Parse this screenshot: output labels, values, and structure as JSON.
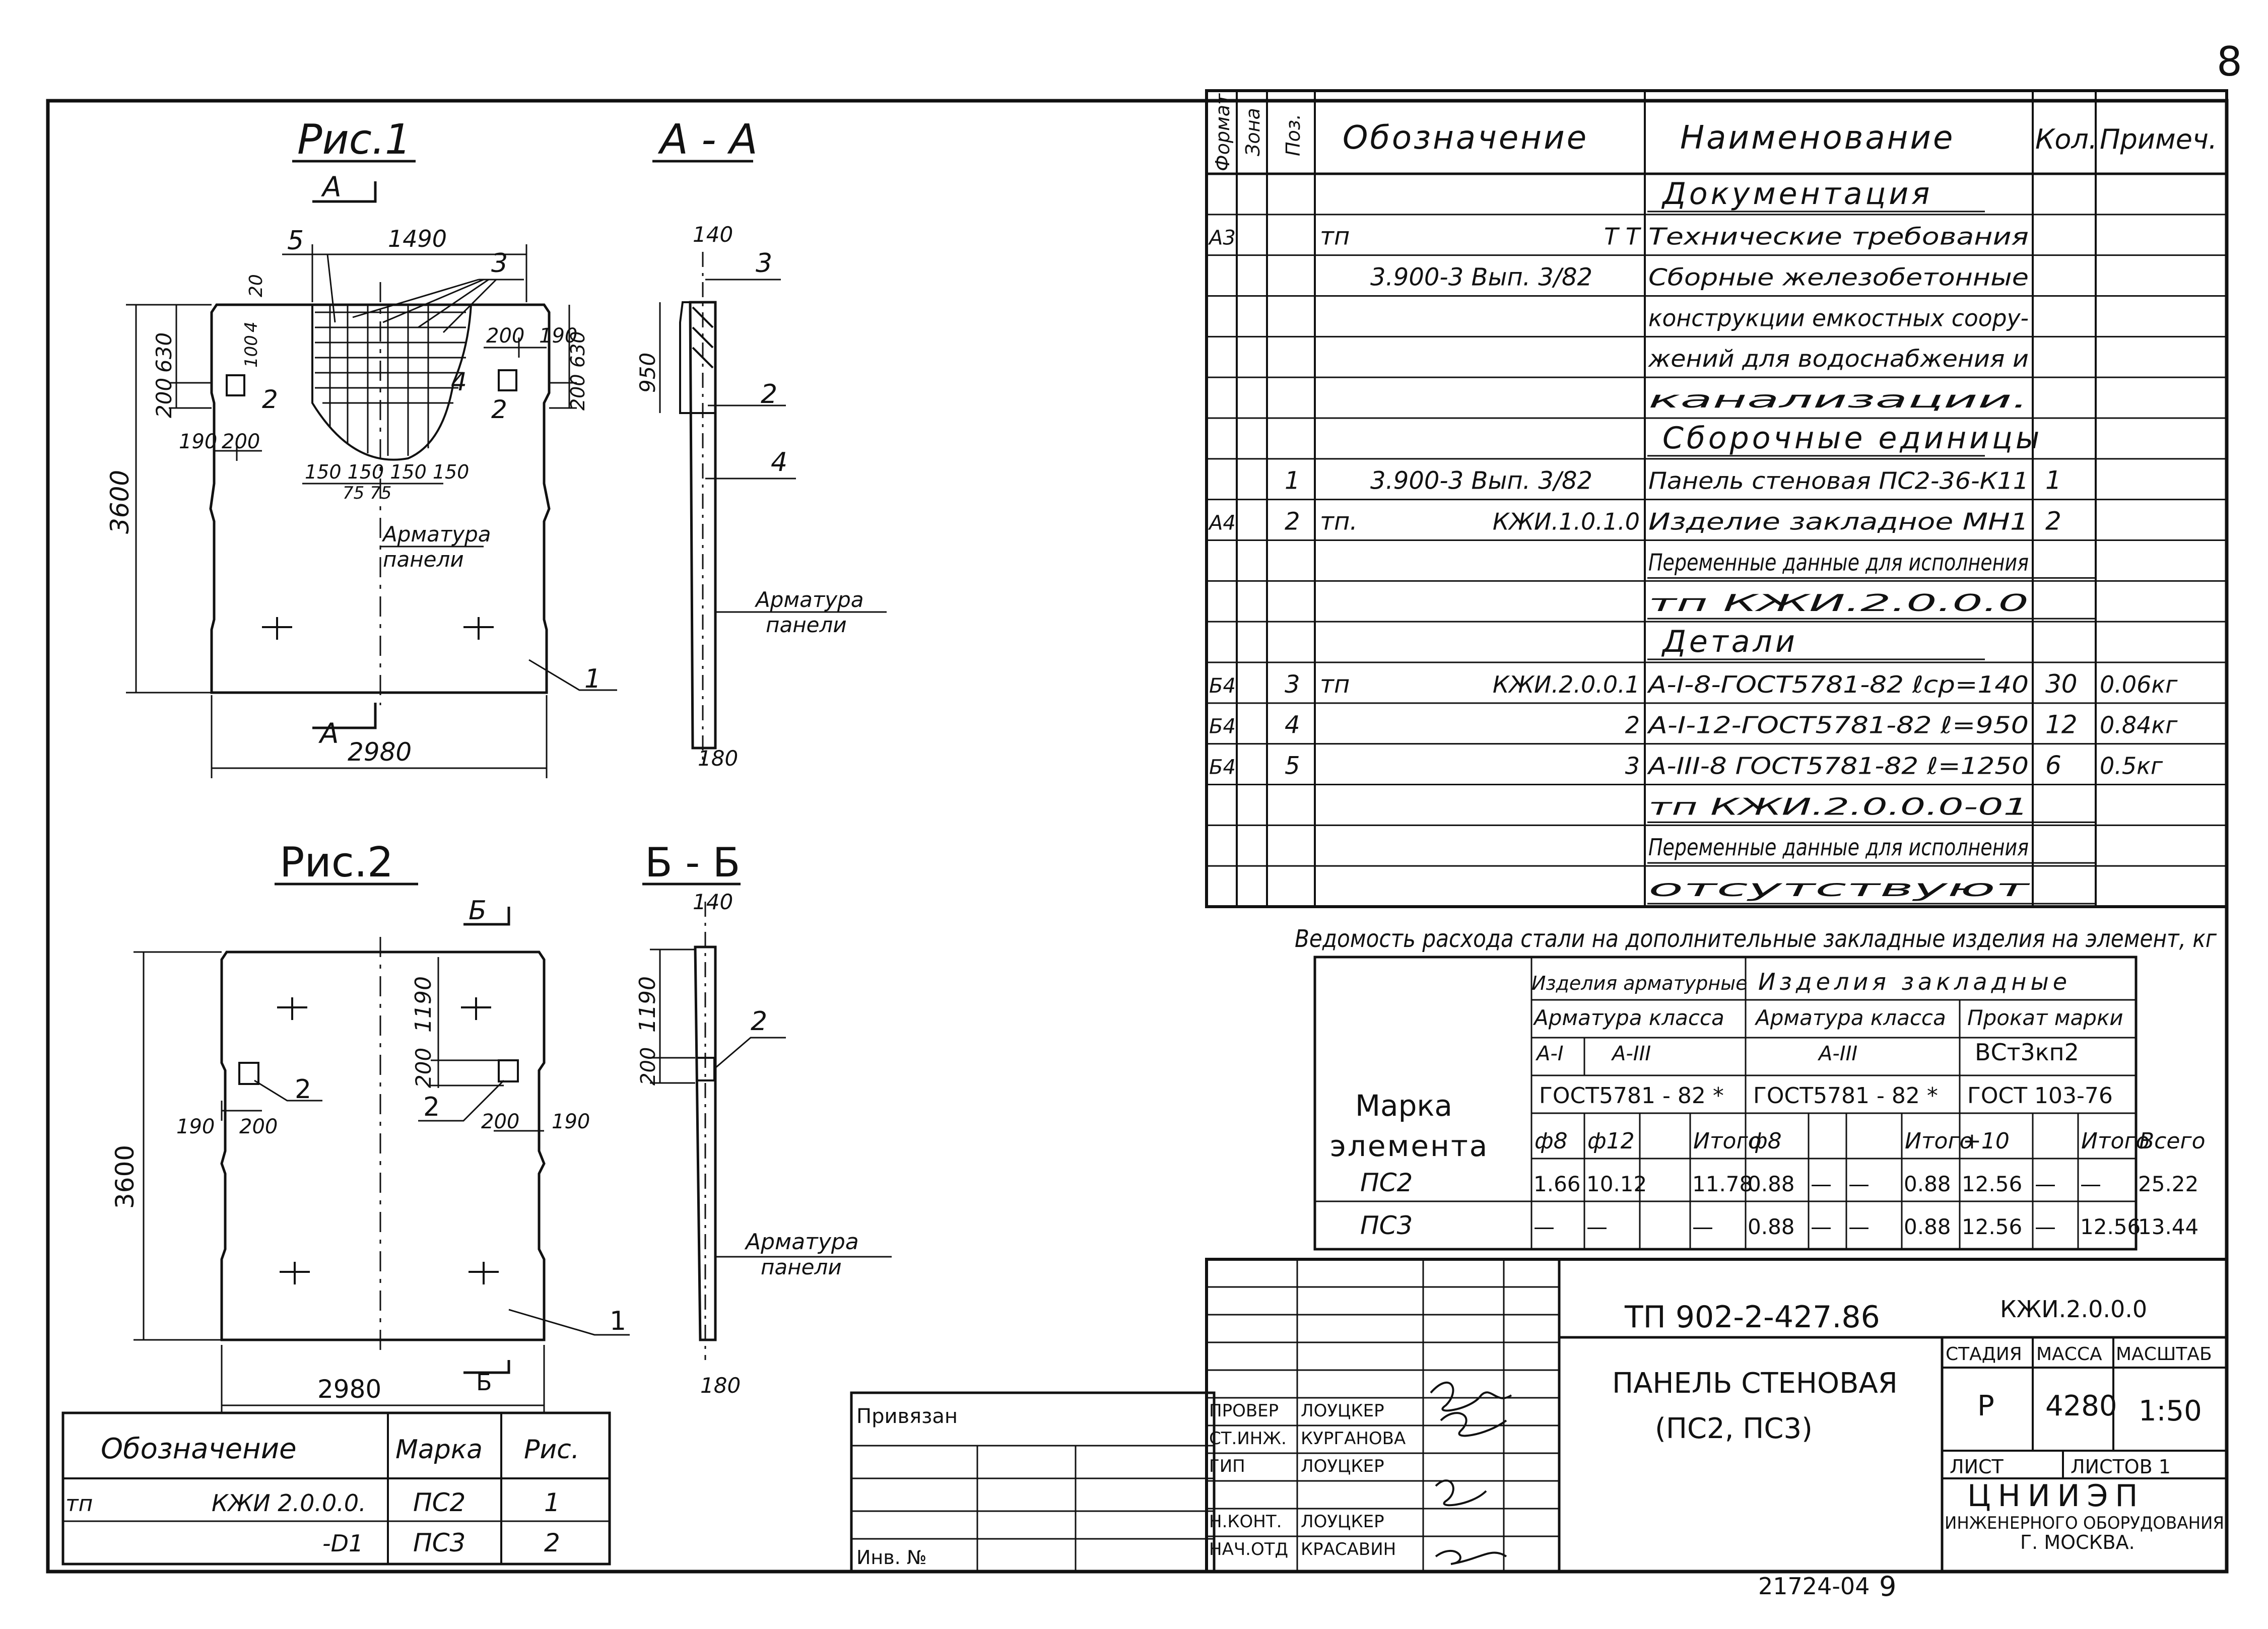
{
  "page_number": "8",
  "figures": {
    "fig1": {
      "title": "Рис.1",
      "section_title": "А - А",
      "section_marks": [
        "А",
        "А"
      ],
      "dims": {
        "top": "1490",
        "width": "2980",
        "height": "3600",
        "left_upper": "630",
        "left_lower": "200",
        "small_20": "20",
        "small_100": "100",
        "small_4": "4",
        "right_190": "190",
        "right_200_top": "200",
        "right_630": "630",
        "right_200": "200",
        "bot_190": "190",
        "bot_200": "200",
        "grid": "150 150 150 150",
        "grid_sub": "75 75",
        "sec_top": "140",
        "sec_h": "950",
        "sec_bot": "180"
      },
      "callouts": [
        "5",
        "3",
        "2",
        "4",
        "2",
        "1"
      ],
      "sec_callouts": [
        "3",
        "2",
        "4"
      ],
      "arm_label": [
        "Арматура",
        "панели"
      ]
    },
    "fig2": {
      "title": "Рис.2",
      "section_title": "Б - Б",
      "section_marks": [
        "Б",
        "Б"
      ],
      "dims": {
        "width": "2980",
        "height": "3600",
        "right_1190": "1190",
        "right_200": "200",
        "left_190": "190",
        "left_200": "200",
        "mid_200": "200",
        "mid_190": "190",
        "sec_top": "140",
        "sec_1190": "1190",
        "sec_200": "200",
        "sec_bot": "180"
      },
      "callouts": [
        "2",
        "2",
        "1"
      ],
      "sec_callouts": [
        "2"
      ],
      "arm_label": [
        "Арматура",
        "панели"
      ]
    }
  },
  "marks_table": {
    "headers": [
      "Обозначение",
      "Марка",
      "Рис."
    ],
    "rows": [
      {
        "prefix": "тп",
        "code": "КЖИ 2.0.0.0.",
        "mark": "ПС2",
        "fig": "1"
      },
      {
        "prefix": "",
        "code": "-D1",
        "mark": "ПС3",
        "fig": "2"
      }
    ]
  },
  "spec": {
    "headers": [
      "Формат",
      "Зона",
      "Поз.",
      "Обозначение",
      "Наименование",
      "Кол.",
      "Примеч."
    ],
    "rows": [
      {
        "fmt": "",
        "pos": "",
        "oboz": "",
        "oboz2": "",
        "name": "Документация",
        "qty": "",
        "note": "",
        "heading": true
      },
      {
        "fmt": "А3",
        "pos": "",
        "oboz": "тп",
        "oboz2": "Т Т",
        "name": "Технические требования",
        "qty": "",
        "note": ""
      },
      {
        "fmt": "",
        "pos": "",
        "oboz": "3.900-3 Вып. 3/82",
        "oboz2": "",
        "name": "Сборные железобетонные",
        "qty": "",
        "note": ""
      },
      {
        "fmt": "",
        "pos": "",
        "oboz": "",
        "oboz2": "",
        "name": "конструкции емкостных соору-",
        "qty": "",
        "note": ""
      },
      {
        "fmt": "",
        "pos": "",
        "oboz": "",
        "oboz2": "",
        "name": "жений для водоснабжения и",
        "qty": "",
        "note": ""
      },
      {
        "fmt": "",
        "pos": "",
        "oboz": "",
        "oboz2": "",
        "name": "канализации.",
        "qty": "",
        "note": ""
      },
      {
        "fmt": "",
        "pos": "",
        "oboz": "",
        "oboz2": "",
        "name": "Сборочные единицы",
        "qty": "",
        "note": "",
        "heading": true
      },
      {
        "fmt": "",
        "pos": "1",
        "oboz": "3.900-3 Вып. 3/82",
        "oboz2": "",
        "name": "Панель стеновая ПС2-36-К11",
        "qty": "1",
        "note": ""
      },
      {
        "fmt": "А4",
        "pos": "2",
        "oboz": "тп.",
        "oboz2": "КЖИ.1.0.1.0",
        "name": "Изделие закладное МН1",
        "qty": "2",
        "note": ""
      },
      {
        "fmt": "",
        "pos": "",
        "oboz": "",
        "oboz2": "",
        "name": "Переменные данные для исполнения",
        "qty": "",
        "note": "",
        "underline": true
      },
      {
        "fmt": "",
        "pos": "",
        "oboz": "",
        "oboz2": "",
        "name": "тп              КЖИ.2.0.0.0",
        "qty": "",
        "note": "",
        "underline": true
      },
      {
        "fmt": "",
        "pos": "",
        "oboz": "",
        "oboz2": "",
        "name": "Детали",
        "qty": "",
        "note": "",
        "heading": true
      },
      {
        "fmt": "Б4",
        "pos": "3",
        "oboz": "тп",
        "oboz2": "КЖИ.2.0.0.1",
        "name": "А-I-8-ГОСТ5781-82 ℓср=140",
        "qty": "30",
        "note": "0.06кг"
      },
      {
        "fmt": "Б4",
        "pos": "4",
        "oboz": "",
        "oboz2": "2",
        "name": "А-I-12-ГОСТ5781-82 ℓ=950",
        "qty": "12",
        "note": "0.84кг"
      },
      {
        "fmt": "Б4",
        "pos": "5",
        "oboz": "",
        "oboz2": "3",
        "name": "А-III-8 ГОСТ5781-82 ℓ=1250",
        "qty": "6",
        "note": "0.5кг"
      },
      {
        "fmt": "",
        "pos": "",
        "oboz": "",
        "oboz2": "",
        "name": "тп             КЖИ.2.0.0.0-01",
        "qty": "",
        "note": "",
        "underline": true
      },
      {
        "fmt": "",
        "pos": "",
        "oboz": "",
        "oboz2": "",
        "name": "Переменные данные для исполнения",
        "qty": "",
        "note": "",
        "underline": true
      },
      {
        "fmt": "",
        "pos": "",
        "oboz": "",
        "oboz2": "",
        "name": "отсутствуют",
        "qty": "",
        "note": "",
        "underline": true
      }
    ]
  },
  "steel": {
    "title": "Ведомость расхода стали на дополнительные закладные изделия на элемент, кг",
    "mark_label": [
      "Марка",
      "элемента"
    ],
    "group1": "Изделия арматурные",
    "group2": "Изделия закладные",
    "cls1": "Арматура класса",
    "cls2": "Арматура класса",
    "cls3": "Прокат марки",
    "grade_a1": "А-I",
    "grade_a3": "А-III",
    "grade_a3b": "А-III",
    "grade_st": "ВСт3кп2",
    "gost1": "ГОСТ5781 - 82 *",
    "gost2": "ГОСТ5781 - 82 *",
    "gost3": "ГОСТ 103-76",
    "cols": [
      "ф8",
      "ф12",
      "",
      "Итого",
      "ф8",
      "",
      "",
      "Итого",
      "+10",
      "",
      "Итого",
      "Всего"
    ],
    "rows": [
      {
        "mark": "ПС2",
        "v": [
          "1.66",
          "10.12",
          "",
          "11.78",
          "0.88",
          "—",
          "—",
          "0.88",
          "12.56",
          "—",
          "—",
          "25.22"
        ]
      },
      {
        "mark": "ПС3",
        "v": [
          "—",
          "—",
          "",
          "—",
          "0.88",
          "—",
          "—",
          "0.88",
          "12.56",
          "—",
          "12.56",
          "13.44"
        ]
      }
    ]
  },
  "title_block": {
    "privyazan": "Привязан",
    "inv": "Инв. №",
    "roles": [
      {
        "role": "ПРОВЕР",
        "name": "ЛОУЦКЕР"
      },
      {
        "role": "СТ.ИНЖ.",
        "name": "КУРГАНОВА"
      },
      {
        "role": "ГИП",
        "name": "ЛОУЦКЕР"
      },
      {
        "role": "",
        "name": ""
      },
      {
        "role": "Н.КОНТ.",
        "name": "ЛОУЦКЕР"
      },
      {
        "role": "НАЧ.ОТД",
        "name": "КРАСАВИН"
      }
    ],
    "doc_code": "ТП 902-2-427.86",
    "doc_code2": "КЖИ.2.0.0.0",
    "name_line1": "ПАНЕЛЬ СТЕНОВАЯ",
    "name_line2": "(ПС2, ПС3)",
    "stage_h": "СТАДИЯ",
    "mass_h": "МАССА",
    "scale_h": "МАСШТАБ",
    "stage": "Р",
    "mass": "4280",
    "scale": "1:50",
    "sheet_h": "ЛИСТ",
    "sheets_h": "ЛИСТОВ 1",
    "org1": "ЦНИИЭП",
    "org2": "ИНЖЕНЕРНОГО ОБОРУДОВАНИЯ",
    "org3": "Г. МОСКВА.",
    "footer": "21724-04",
    "footer_sheet": "9"
  }
}
